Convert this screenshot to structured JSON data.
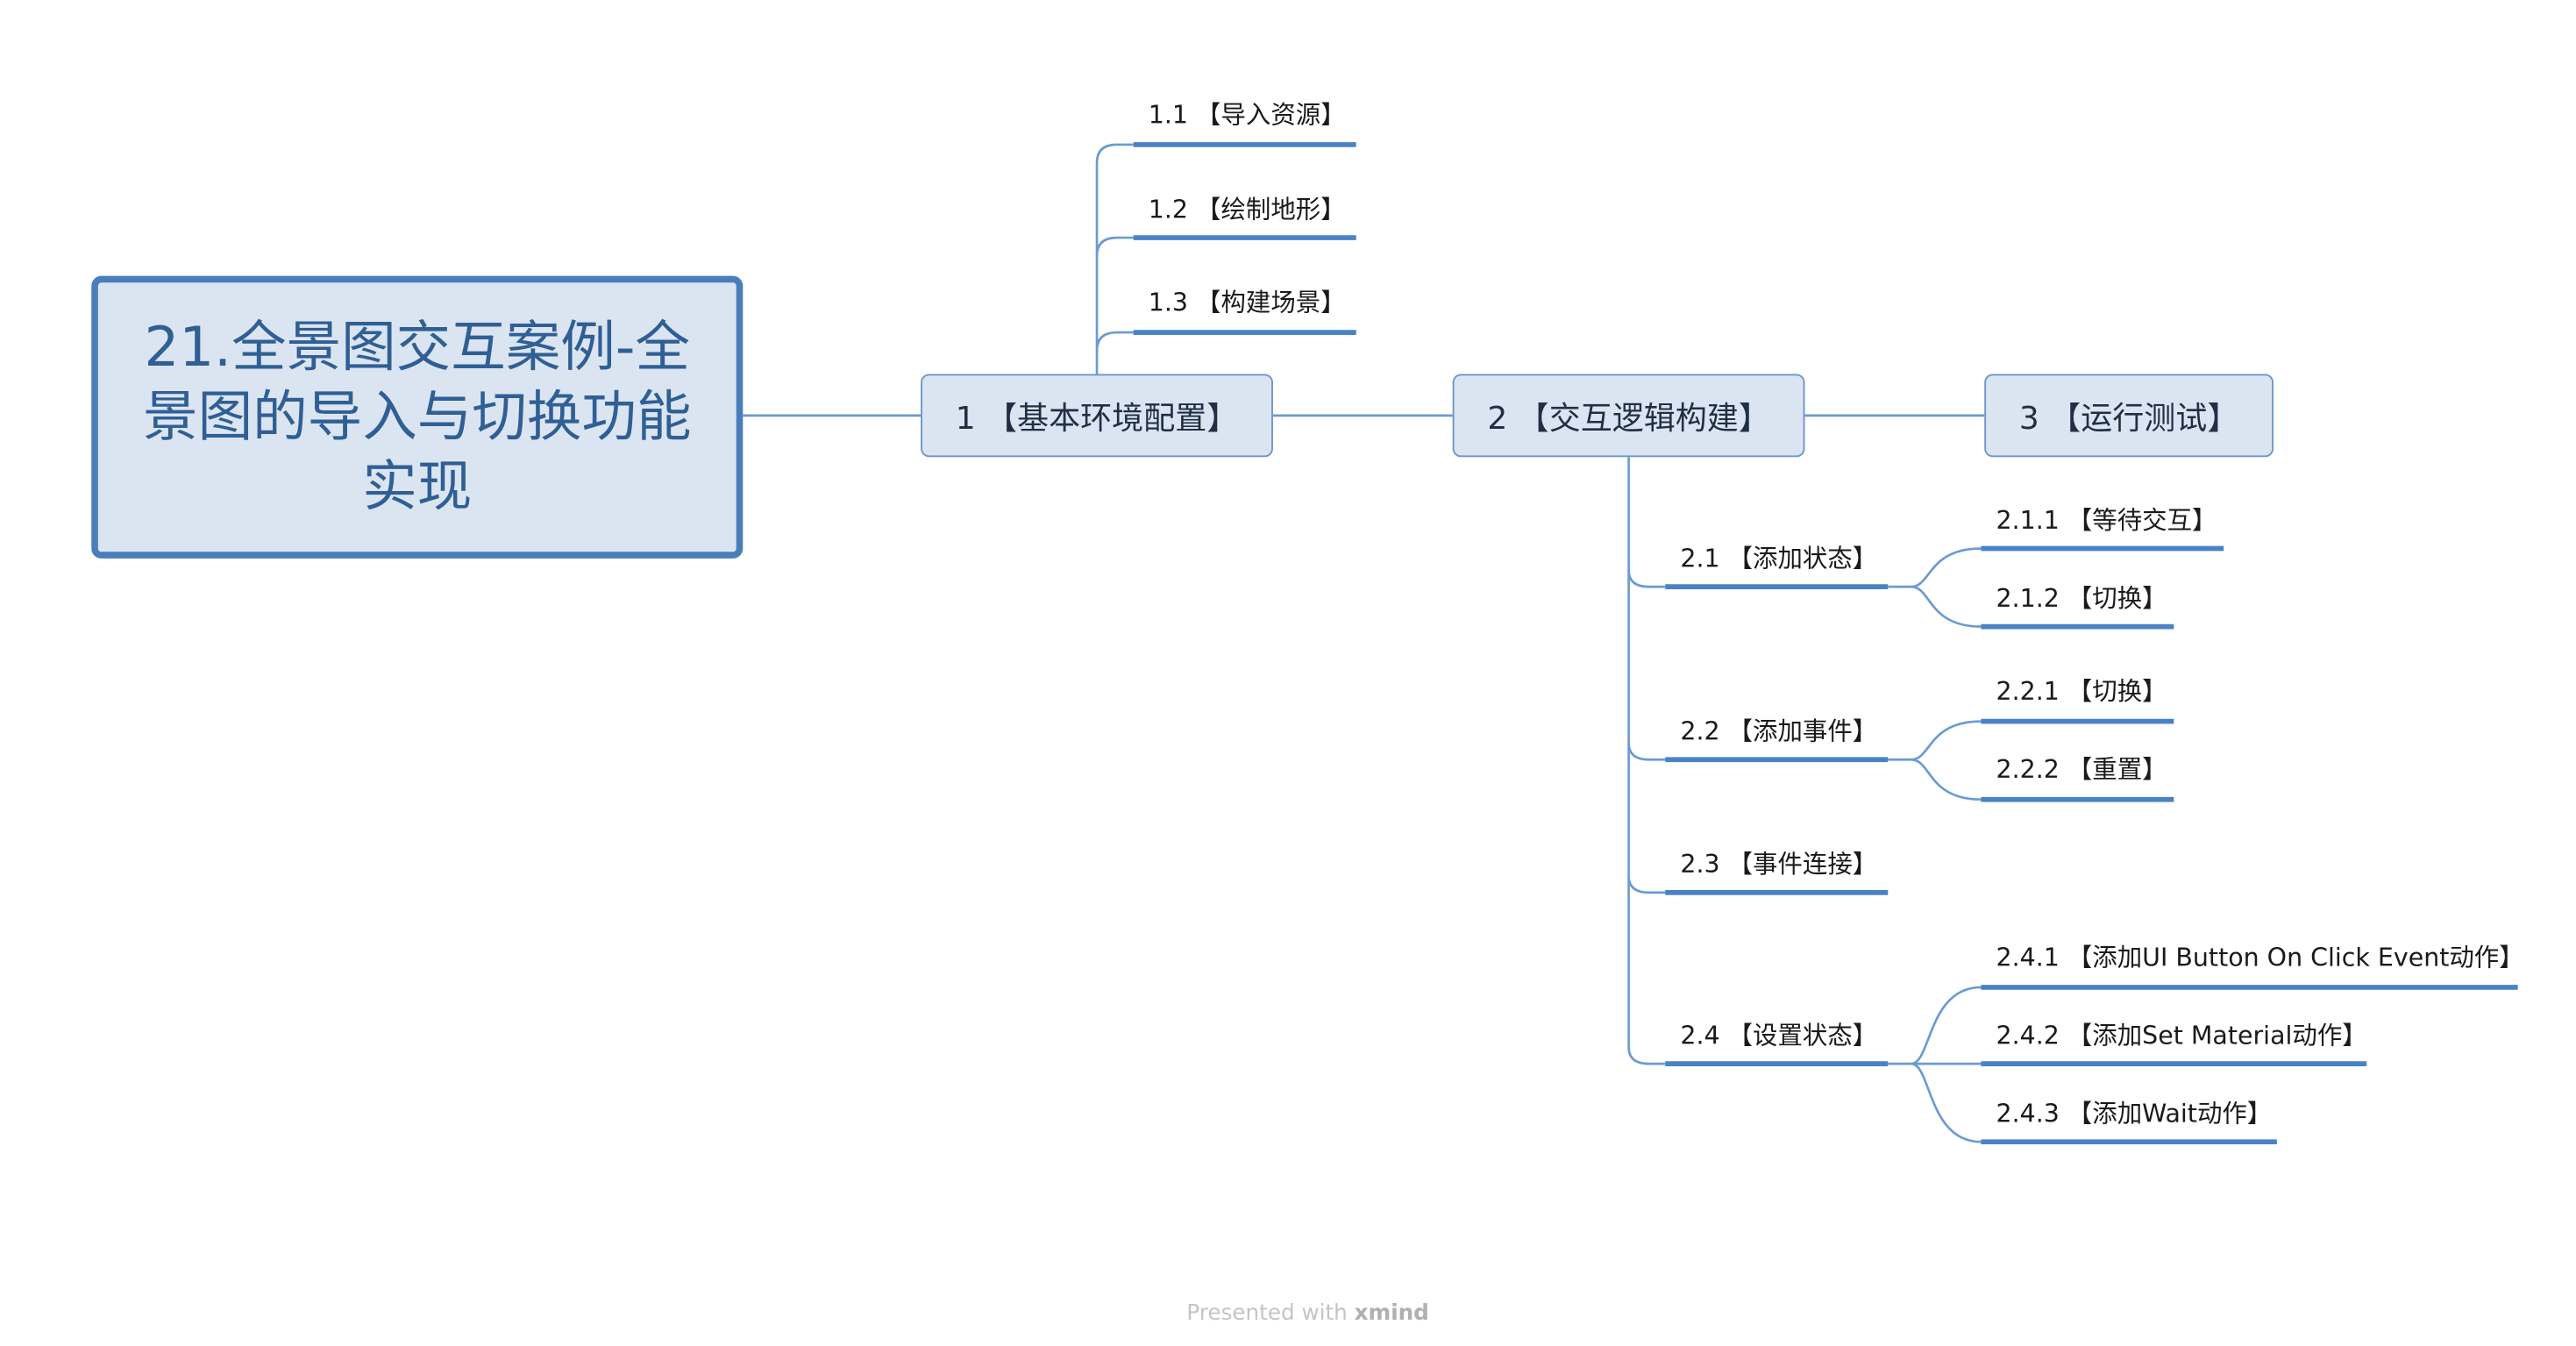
{
  "root": {
    "title": "21.全景图交互案例-全景图的导入与切换功能实现"
  },
  "topics": [
    {
      "label": "1 【基本环境配置】",
      "children": [
        {
          "label": "1.1 【导入资源】"
        },
        {
          "label": "1.2 【绘制地形】"
        },
        {
          "label": "1.3 【构建场景】"
        }
      ]
    },
    {
      "label": "2 【交互逻辑构建】",
      "children": [
        {
          "label": "2.1 【添加状态】",
          "children": [
            {
              "label": "2.1.1 【等待交互】"
            },
            {
              "label": "2.1.2 【切换】"
            }
          ]
        },
        {
          "label": "2.2 【添加事件】",
          "children": [
            {
              "label": "2.2.1 【切换】"
            },
            {
              "label": "2.2.2 【重置】"
            }
          ]
        },
        {
          "label": "2.3 【事件连接】"
        },
        {
          "label": "2.4 【设置状态】",
          "children": [
            {
              "label": "2.4.1 【添加UI Button On Click Event动作】"
            },
            {
              "label": "2.4.2 【添加Set Material动作】"
            },
            {
              "label": "2.4.3 【添加Wait动作】"
            }
          ]
        }
      ]
    },
    {
      "label": "3 【运行测试】"
    }
  ],
  "footer": {
    "presented": "Presented with",
    "brand": "xmind"
  },
  "colors": {
    "line": "#6a9bd2",
    "underline": "#4a82c6",
    "root_fill": "#dbe5f1",
    "root_border": "#4a7ebb"
  }
}
